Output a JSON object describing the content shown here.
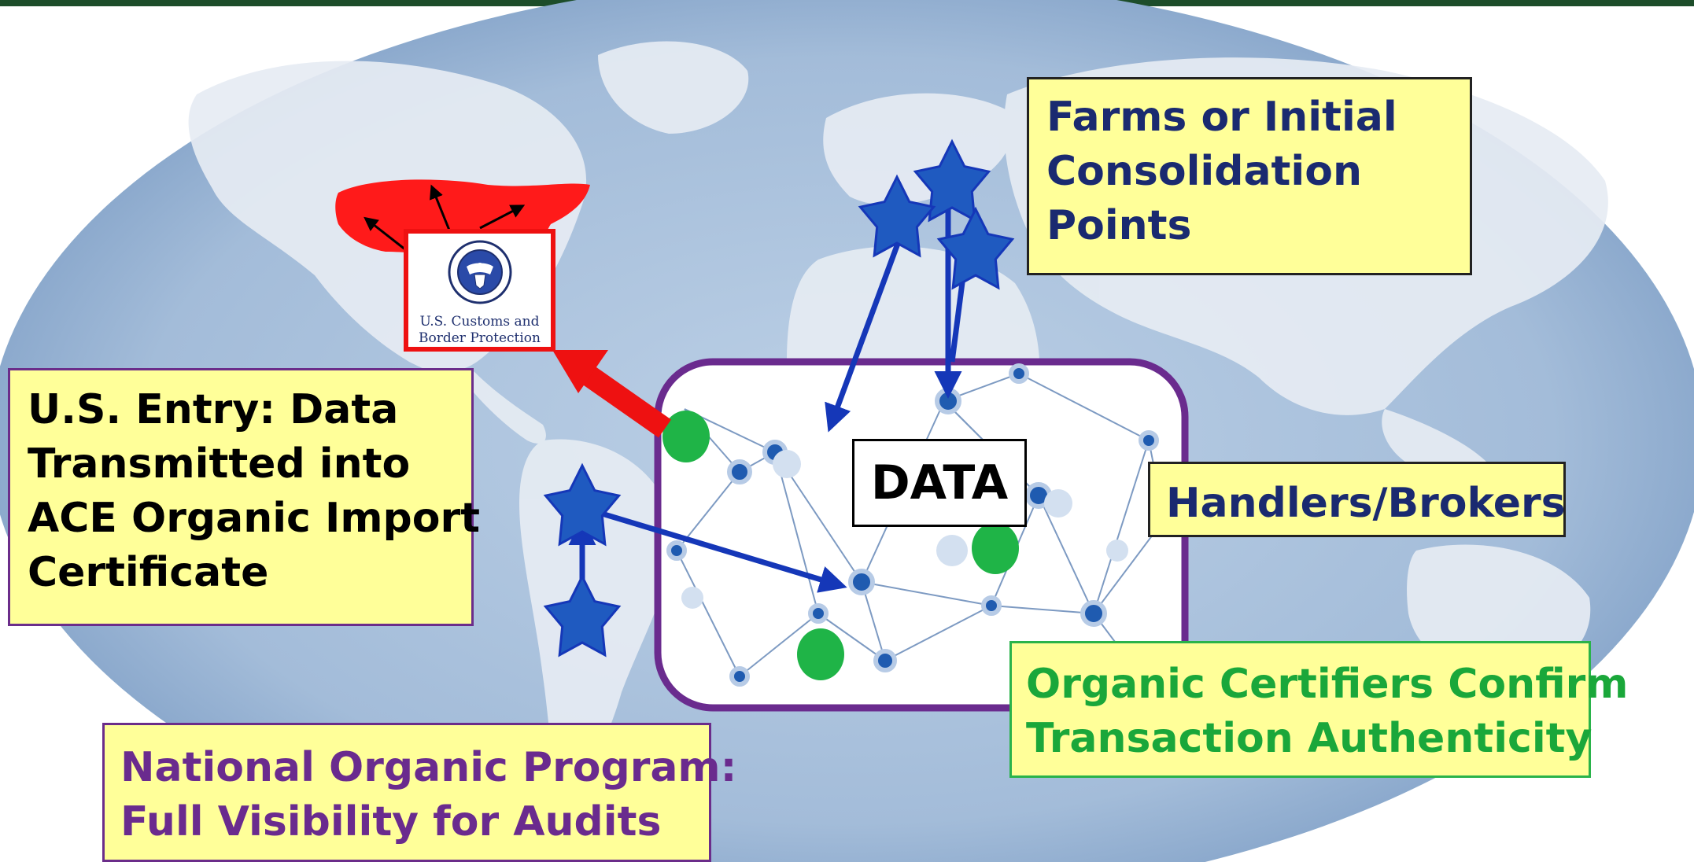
{
  "boxes": {
    "farms": [
      "Farms or Initial",
      "Consolidation",
      "Points"
    ],
    "handlers": "Handlers/Brokers",
    "entry": [
      "U.S. Entry: Data",
      "Transmitted into",
      "ACE Organic Import",
      "Certificate"
    ],
    "certifiers": [
      "Organic Certifiers Confirm",
      "Transaction Authenticity"
    ],
    "nop": [
      "National Organic Program:",
      "Full Visibility for Audits"
    ]
  },
  "data_label": "DATA",
  "cbp_logo": {
    "line1": "U.S. Customs and",
    "line2": "Border Protection"
  },
  "colors": {
    "ocean": "#a9c2de",
    "land": "#e9eef4",
    "usa": "#ff1a1a",
    "arrow": "#1537b8",
    "star": "#1f5ac0",
    "callout_fill": "#ffff99",
    "dot_green": "#1fb447",
    "frame_purple": "#6a2b8e",
    "top_bar": "#1d4d2a"
  }
}
